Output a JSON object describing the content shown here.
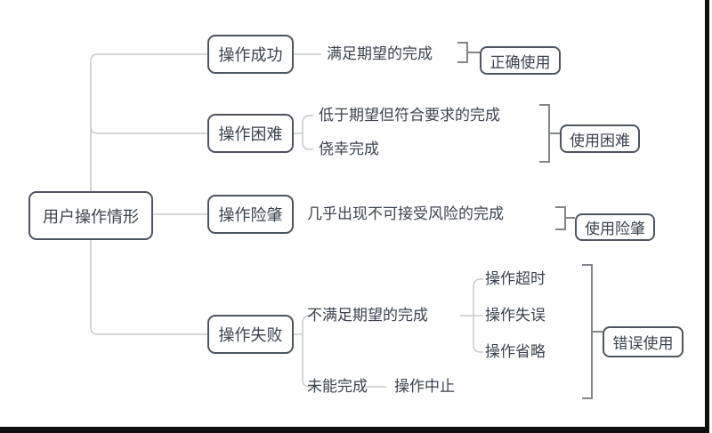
{
  "diagram": {
    "root": "用户操作情形",
    "branches": [
      {
        "topic": "操作成功",
        "items": [
          "满足期望的完成"
        ],
        "summary": "正确使用"
      },
      {
        "topic": "操作困难",
        "items": [
          "低于期望但符合要求的完成",
          "侥幸完成"
        ],
        "summary": "使用困难"
      },
      {
        "topic": "操作险肇",
        "items": [
          "几乎出现不可接受风险的完成"
        ],
        "summary": "使用险肇"
      },
      {
        "topic": "操作失败",
        "items": [
          "不满足期望的完成",
          "未能完成"
        ],
        "sub_items_of_first": [
          "操作超时",
          "操作失误",
          "操作省略"
        ],
        "follow_up_of_second": "操作中止",
        "summary": "错误使用"
      }
    ]
  },
  "colors": {
    "background": "#ffffff",
    "box_border": "#4e555f",
    "text": "#3c434d",
    "connector_line": "#c9cacc",
    "summary_bracket": "#82868c",
    "frame_edge": "#0f0f0f"
  }
}
